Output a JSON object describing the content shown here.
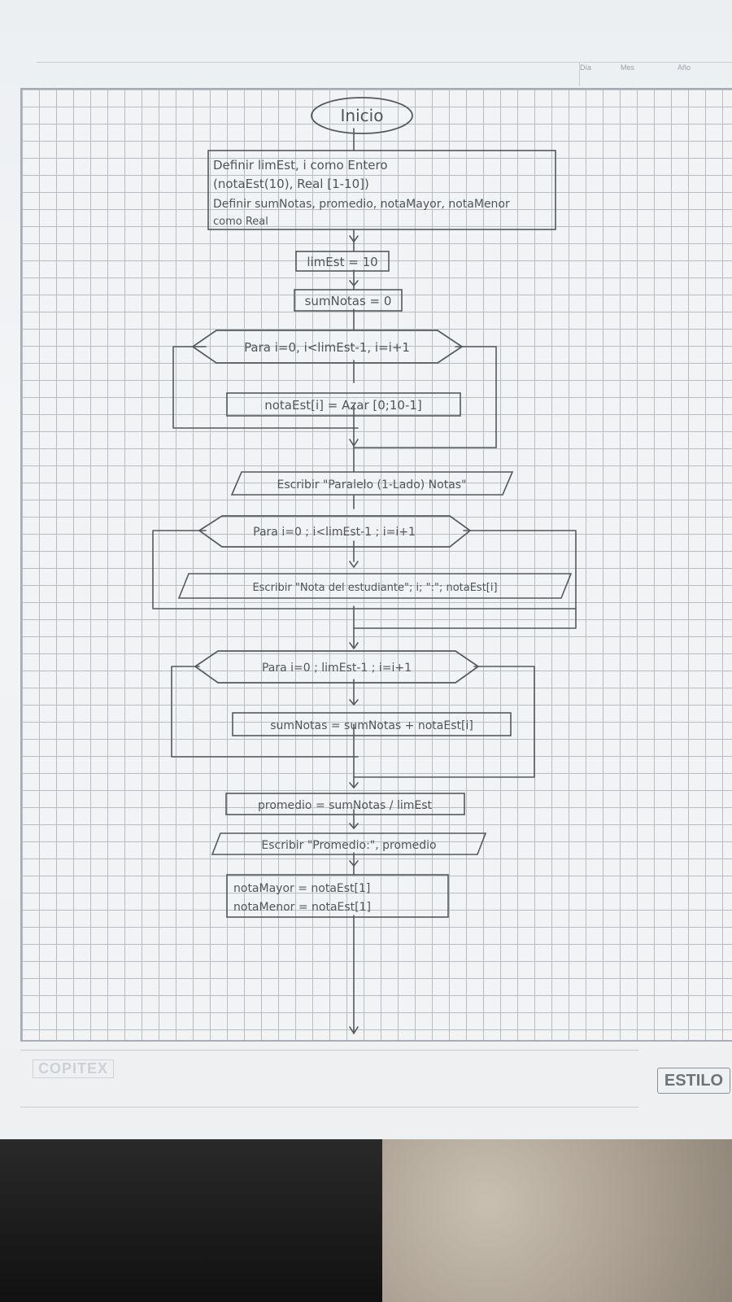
{
  "header": {
    "day_label": "Día",
    "month_label": "Mes",
    "year_label": "Año"
  },
  "footer": {
    "brand_left": "COPITEX",
    "brand_right": "ESTILO"
  },
  "flowchart": {
    "start": "Inicio",
    "define_block": [
      "Definir limEst, i como Entero",
      "(notaEst(10), Real [1-10])",
      "Definir sumNotas, promedio, notaMayor, notaMenor",
      "como Real"
    ],
    "assign_limest": "limEst = 10",
    "assign_sum": "sumNotas = 0",
    "loop1_header": "Para i=0, i<limEst-1, i=i+1",
    "loop1_body": "notaEst[i] = Azar [0;10-1]",
    "write_header": "Escribir \"Paralelo (1-Lado) Notas\"",
    "loop2_header": "Para i=0 ; i<limEst-1 ; i=i+1",
    "loop2_body": "Escribir \"Nota del estudiante\"; i; \":\"; notaEst[i]",
    "loop3_header": "Para i=0 ; limEst-1 ; i=i+1",
    "loop3_body": "sumNotas = sumNotas + notaEst[i]",
    "assign_promedio": "promedio = sumNotas / limEst",
    "write_promedio": "Escribir \"Promedio:\", promedio",
    "assign_minmax": [
      "notaMayor = notaEst[1]",
      "notaMenor = notaEst[1]"
    ]
  }
}
